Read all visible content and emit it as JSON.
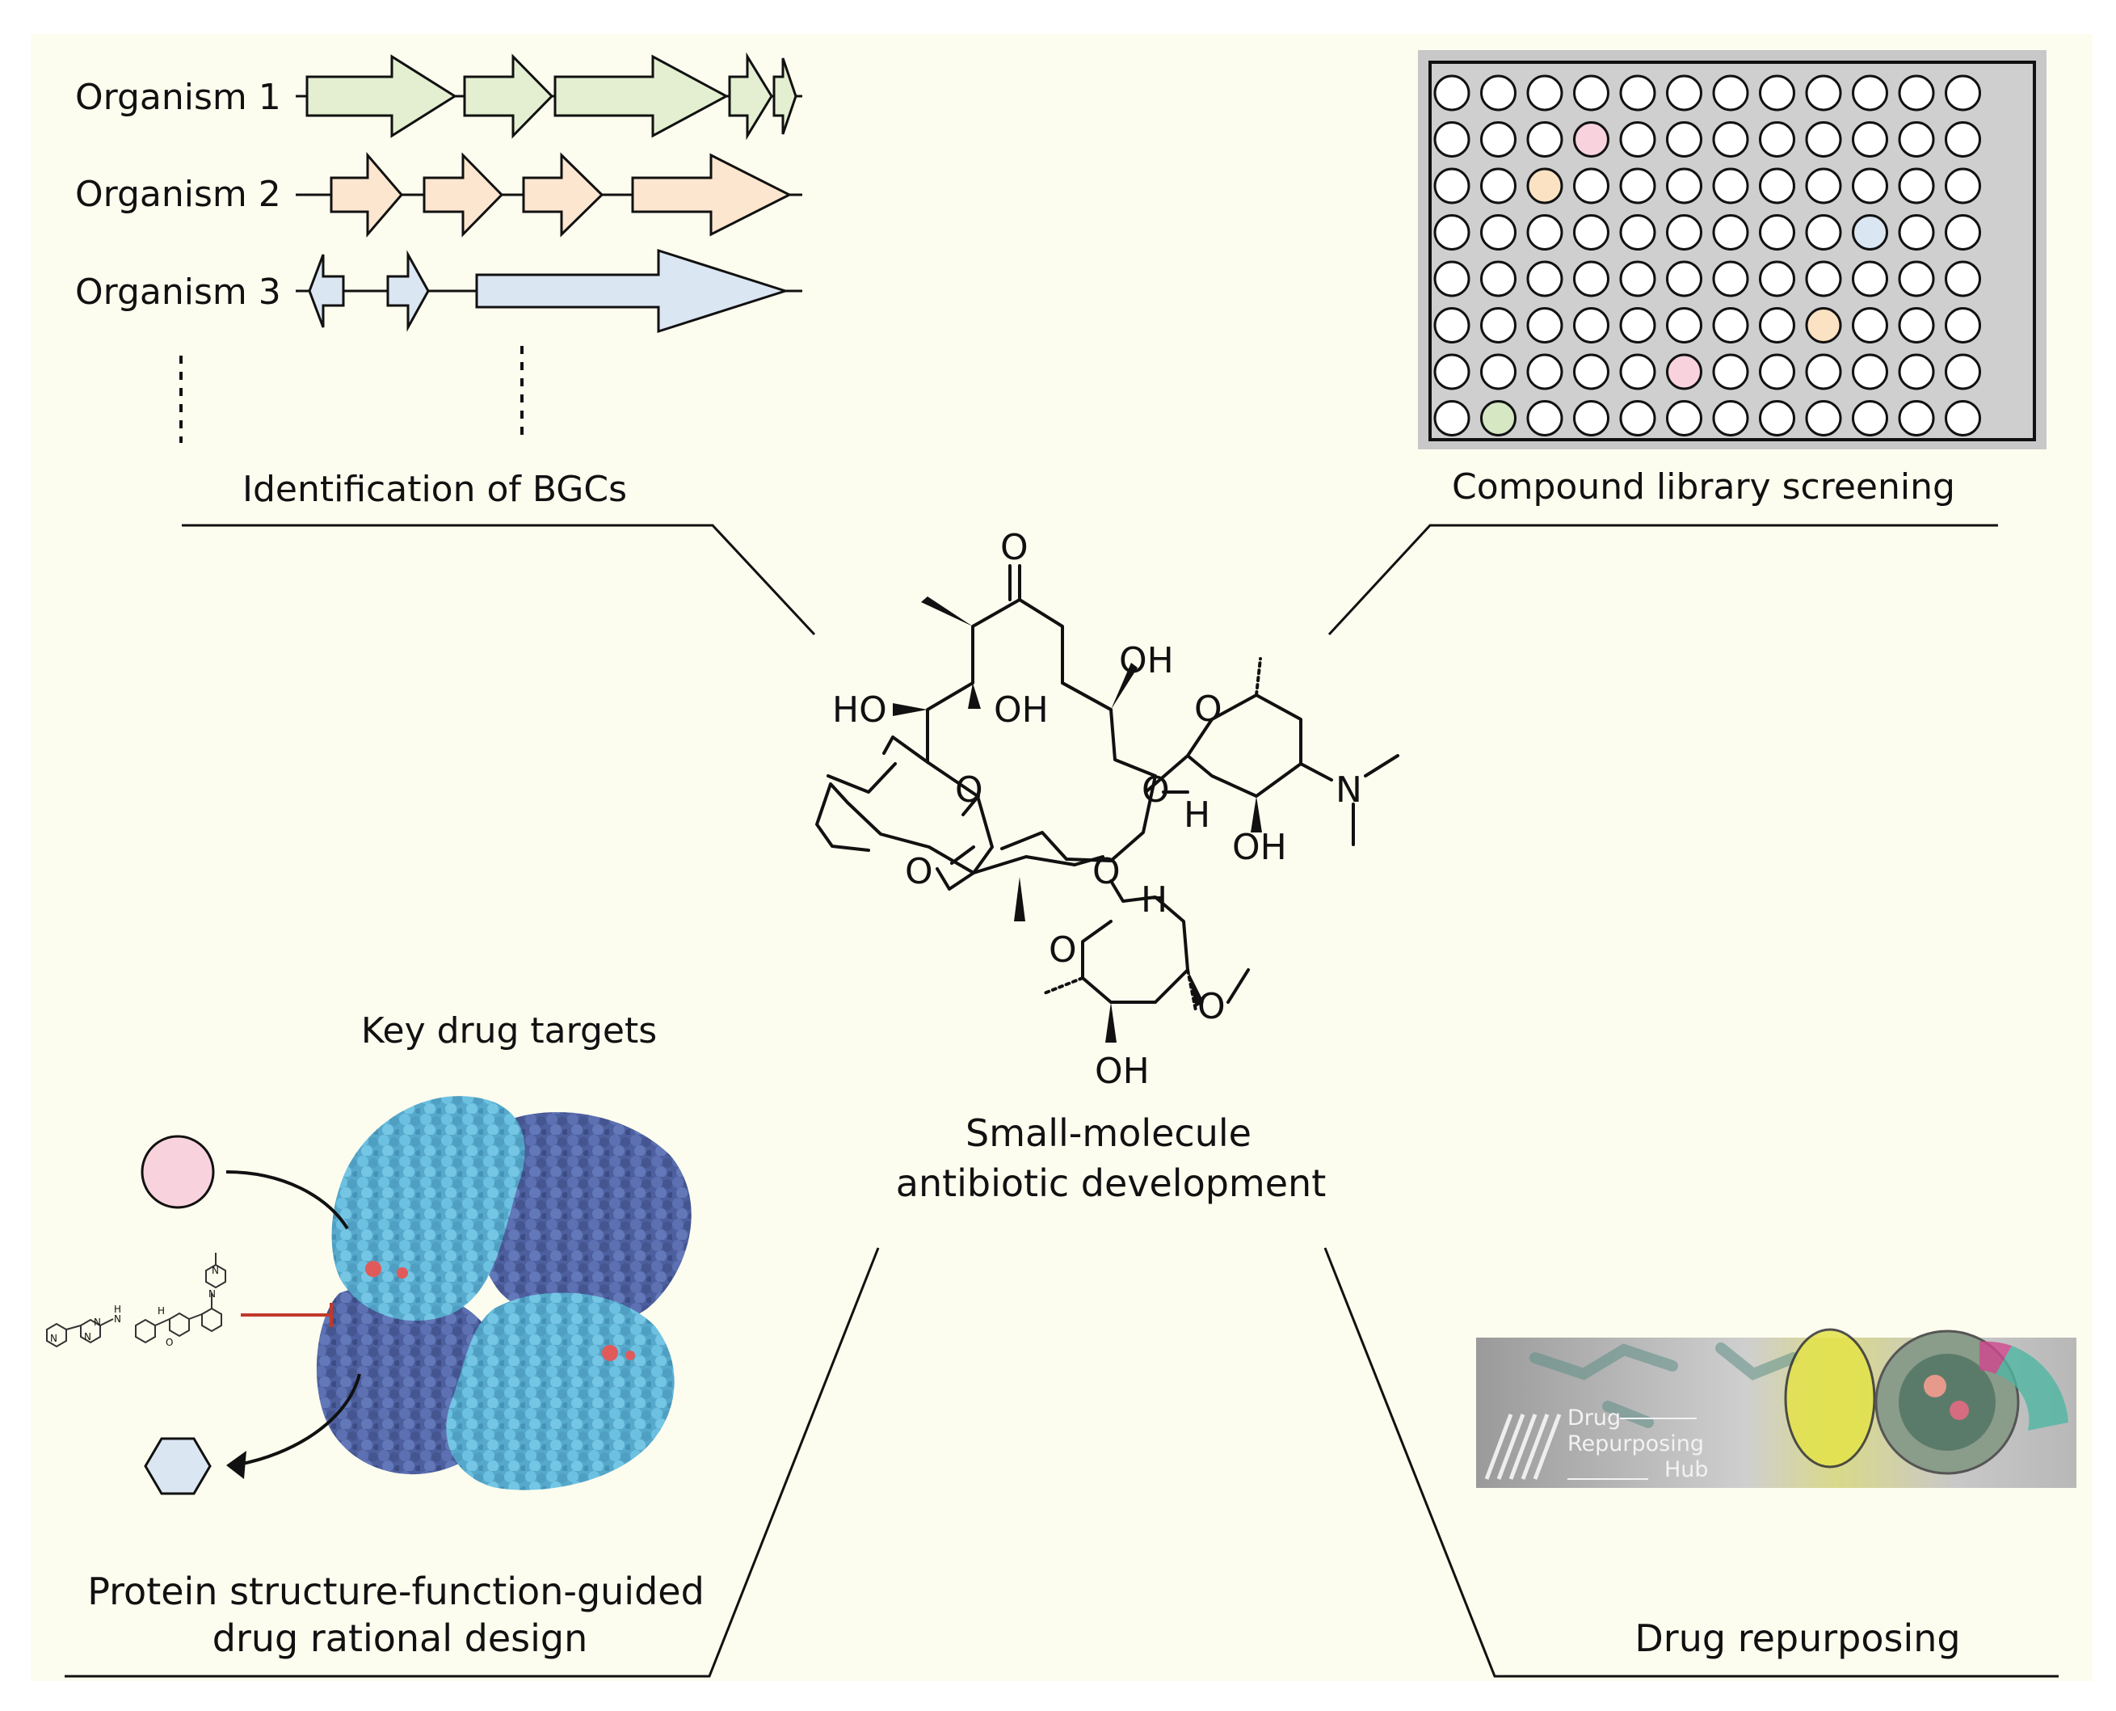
{
  "colors": {
    "background_panel": "#fdfdef",
    "gene_green": "#e3efd0",
    "gene_orange": "#fde6cf",
    "gene_blue": "#dbe6f3",
    "well_pink": "#f8d3de",
    "well_orange": "#fbe2c3",
    "well_blue": "#dbe6f3",
    "well_green": "#d6e7c4",
    "protein_light": "#5fb3d4",
    "protein_dark": "#5468a8",
    "inhibit_red": "#c0392b"
  },
  "bgc_panel": {
    "organisms": [
      "Organism 1",
      "Organism 2",
      "Organism 3"
    ],
    "caption": "Identification of BGCs"
  },
  "screening_panel": {
    "caption": "Compound library screening",
    "plate_rows": 8,
    "plate_cols": 12,
    "colored_wells": [
      {
        "row": 1,
        "col": 3,
        "color": "pink"
      },
      {
        "row": 2,
        "col": 2,
        "color": "orange"
      },
      {
        "row": 3,
        "col": 9,
        "color": "blue"
      },
      {
        "row": 5,
        "col": 8,
        "color": "orange"
      },
      {
        "row": 6,
        "col": 5,
        "color": "pink"
      },
      {
        "row": 7,
        "col": 1,
        "color": "green"
      }
    ]
  },
  "center": {
    "caption_line1": "Small-molecule",
    "caption_line2": "antibiotic development",
    "atom_labels": {
      "o_ketone": "O",
      "oh_top": "OH",
      "ho_left": "HO",
      "oh_mid": "OH",
      "o_ring_left": "O",
      "o_carbonyl": "O",
      "o_ring_link_right": "O",
      "o_sugar1_ring": "O",
      "h_sugar1": "H",
      "oh_sugar1": "OH",
      "n_dimethyl": "N",
      "o_ring_link_bottom": "O",
      "h_sugar2": "H",
      "o_sugar2_ring": "O",
      "o_methoxy": "O",
      "oh_sugar2": "OH"
    }
  },
  "targets_panel": {
    "heading": "Key drug targets",
    "caption_line1": "Protein structure-function-guided",
    "caption_line2": "drug rational design",
    "ligand_atoms": [
      "N",
      "N",
      "N",
      "H",
      "N",
      "H",
      "O",
      "N",
      "N"
    ]
  },
  "repurposing_panel": {
    "caption": "Drug repurposing",
    "banner_line1": "Drug",
    "banner_line2": "Repurposing",
    "banner_line3": "Hub"
  }
}
